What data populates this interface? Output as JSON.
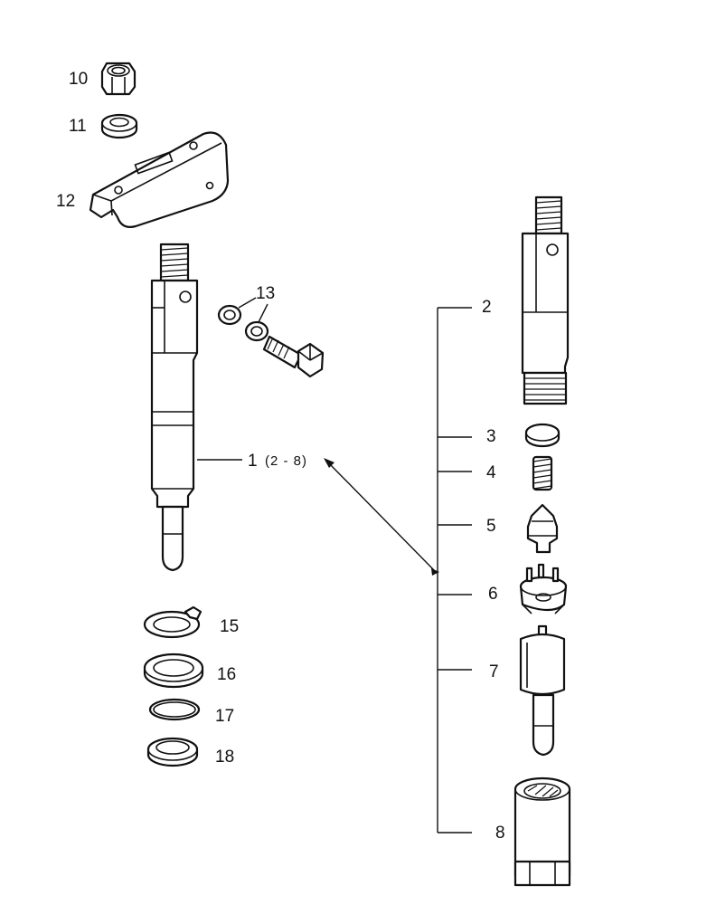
{
  "labels": {
    "p1": "1",
    "p1_range": "(2 - 8)",
    "p2": "2",
    "p3": "3",
    "p4": "4",
    "p5": "5",
    "p6": "6",
    "p7": "7",
    "p8": "8",
    "p10": "10",
    "p11": "11",
    "p12": "12",
    "p13": "13",
    "p15": "15",
    "p16": "16",
    "p17": "17",
    "p18": "18"
  }
}
